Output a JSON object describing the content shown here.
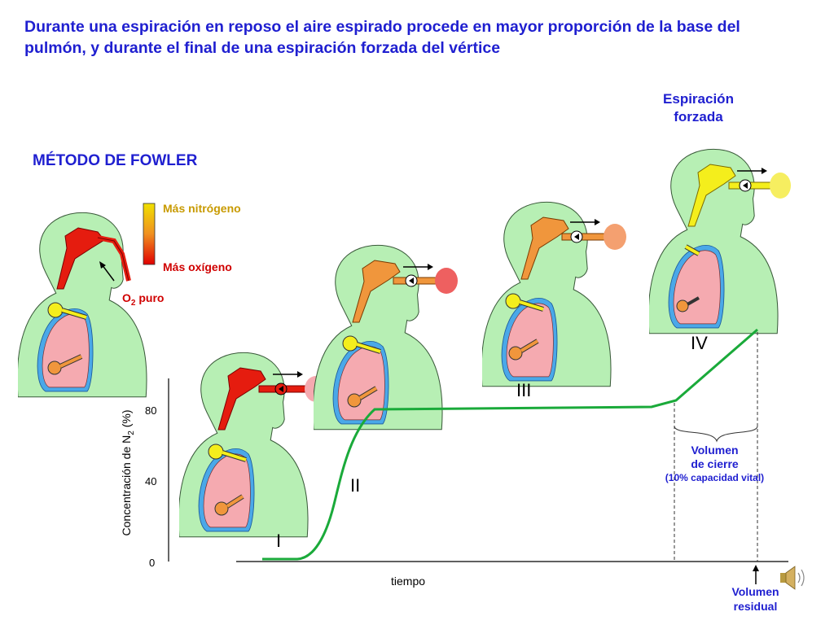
{
  "slide": {
    "title": "Durante una espiración en reposo el aire espirado procede en mayor proporción de la base del pulmón, y durante el final de una espiración forzada del vértice",
    "method": "MÉTODO DE FOWLER",
    "forced_line1": "Espiración",
    "forced_line2": "forzada"
  },
  "legend": {
    "top_label": "Más  nitrógeno",
    "bottom_label": "Más oxígeno",
    "top_color": "#f0c000",
    "bottom_color": "#e00000"
  },
  "inhale": {
    "label_o": "O",
    "label_sub": "2",
    "label_rest": " puro"
  },
  "stages": [
    "I",
    "II",
    "III",
    "IV"
  ],
  "graph": {
    "y_label_main": "Concentración de N",
    "y_label_sub": "2",
    "y_label_rest": " (%)",
    "x_label": "tiempo",
    "y_ticks": [
      "80",
      "40",
      "0"
    ],
    "line_color": "#1aaa3a"
  },
  "closing_volume": {
    "line1": "Volumen",
    "line2": "de cierre",
    "line3": "(10% capacidad vital)"
  },
  "residual_volume": {
    "line1": "Volumen",
    "line2": "residual"
  },
  "colors": {
    "body": "#b7efb4",
    "lung": "#f5aab0",
    "pleura": "#4aa8e8",
    "airway_red": "#e51c0f",
    "airway_orange": "#f0963c",
    "airway_yellow": "#f4ee1c",
    "title_blue": "#1f1fd0"
  }
}
